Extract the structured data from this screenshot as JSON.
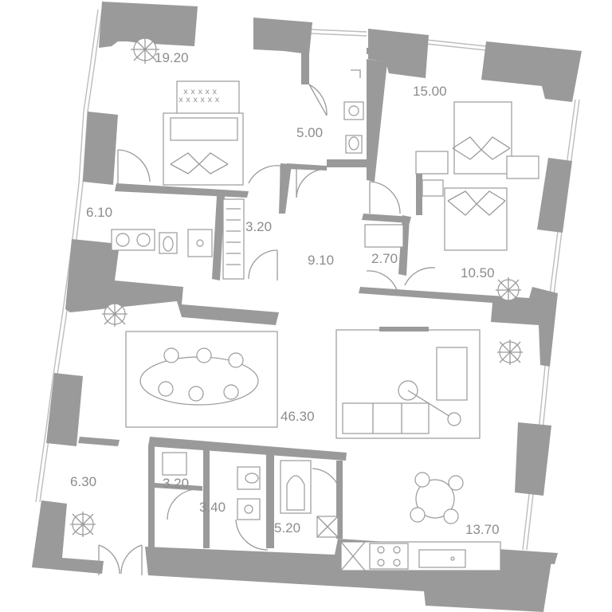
{
  "rooms": [
    {
      "id": "bedroom-1",
      "area": "19.20"
    },
    {
      "id": "bathroom-1",
      "area": "5.00"
    },
    {
      "id": "bedroom-2",
      "area": "15.00"
    },
    {
      "id": "bathroom-2",
      "area": "6.10"
    },
    {
      "id": "closet-1",
      "area": "3.20"
    },
    {
      "id": "hall",
      "area": "9.10"
    },
    {
      "id": "closet-2",
      "area": "2.70"
    },
    {
      "id": "bedroom-3",
      "area": "10.50"
    },
    {
      "id": "living-room",
      "area": "46.30"
    },
    {
      "id": "balcony",
      "area": "6.30"
    },
    {
      "id": "storage",
      "area": "3.20"
    },
    {
      "id": "wc",
      "area": "3.40"
    },
    {
      "id": "bathroom-3",
      "area": "5.20"
    },
    {
      "id": "kitchen",
      "area": "13.70"
    }
  ],
  "colors": {
    "wall": "#9a9a9a",
    "fixture_line": "#9a9a9a",
    "label": "#8c8c8c"
  }
}
